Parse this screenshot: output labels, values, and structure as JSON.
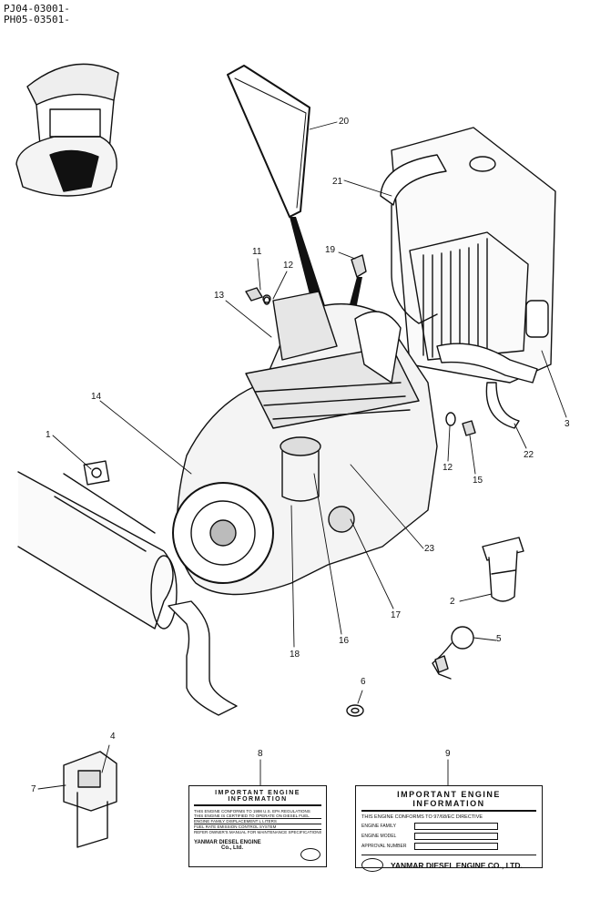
{
  "header": {
    "code1": "PJ04-03001-",
    "code2": "PH05-03501-"
  },
  "callouts": [
    "1",
    "2",
    "3",
    "4",
    "5",
    "6",
    "7",
    "8",
    "9",
    "11",
    "12",
    "12",
    "13",
    "14",
    "15",
    "16",
    "17",
    "18",
    "19",
    "20",
    "21",
    "22",
    "23"
  ],
  "plate8": {
    "title": "IMPORTANT ENGINE INFORMATION",
    "lines": [
      "THIS ENGINE CONFORMS TO 1998 U.S. EPA REGULATIONS",
      "THIS ENGINE IS CERTIFIED TO OPERATE ON DIESEL FUEL",
      "ENGINE FAMILY  DISPLACEMENT  L  LITERS",
      "FUEL RATE  EMISSION CONTROL SYSTEM",
      "REFER OWNER'S MANUAL FOR MAINTENANCE SPECIFICATIONS"
    ],
    "maker": "YANMAR DIESEL ENGINE",
    "maker2": "Co., Ltd."
  },
  "plate9": {
    "title": "IMPORTANT ENGINE INFORMATION",
    "line1": "THIS ENGINE CONFORMS TO 97/68/EC DIRECTIVE",
    "fields": [
      "ENGINE FAMILY",
      "ENGINE MODEL",
      "APPROVAL NUMBER"
    ],
    "maker": "YANMAR DIESEL ENGINE CO., LTD."
  }
}
